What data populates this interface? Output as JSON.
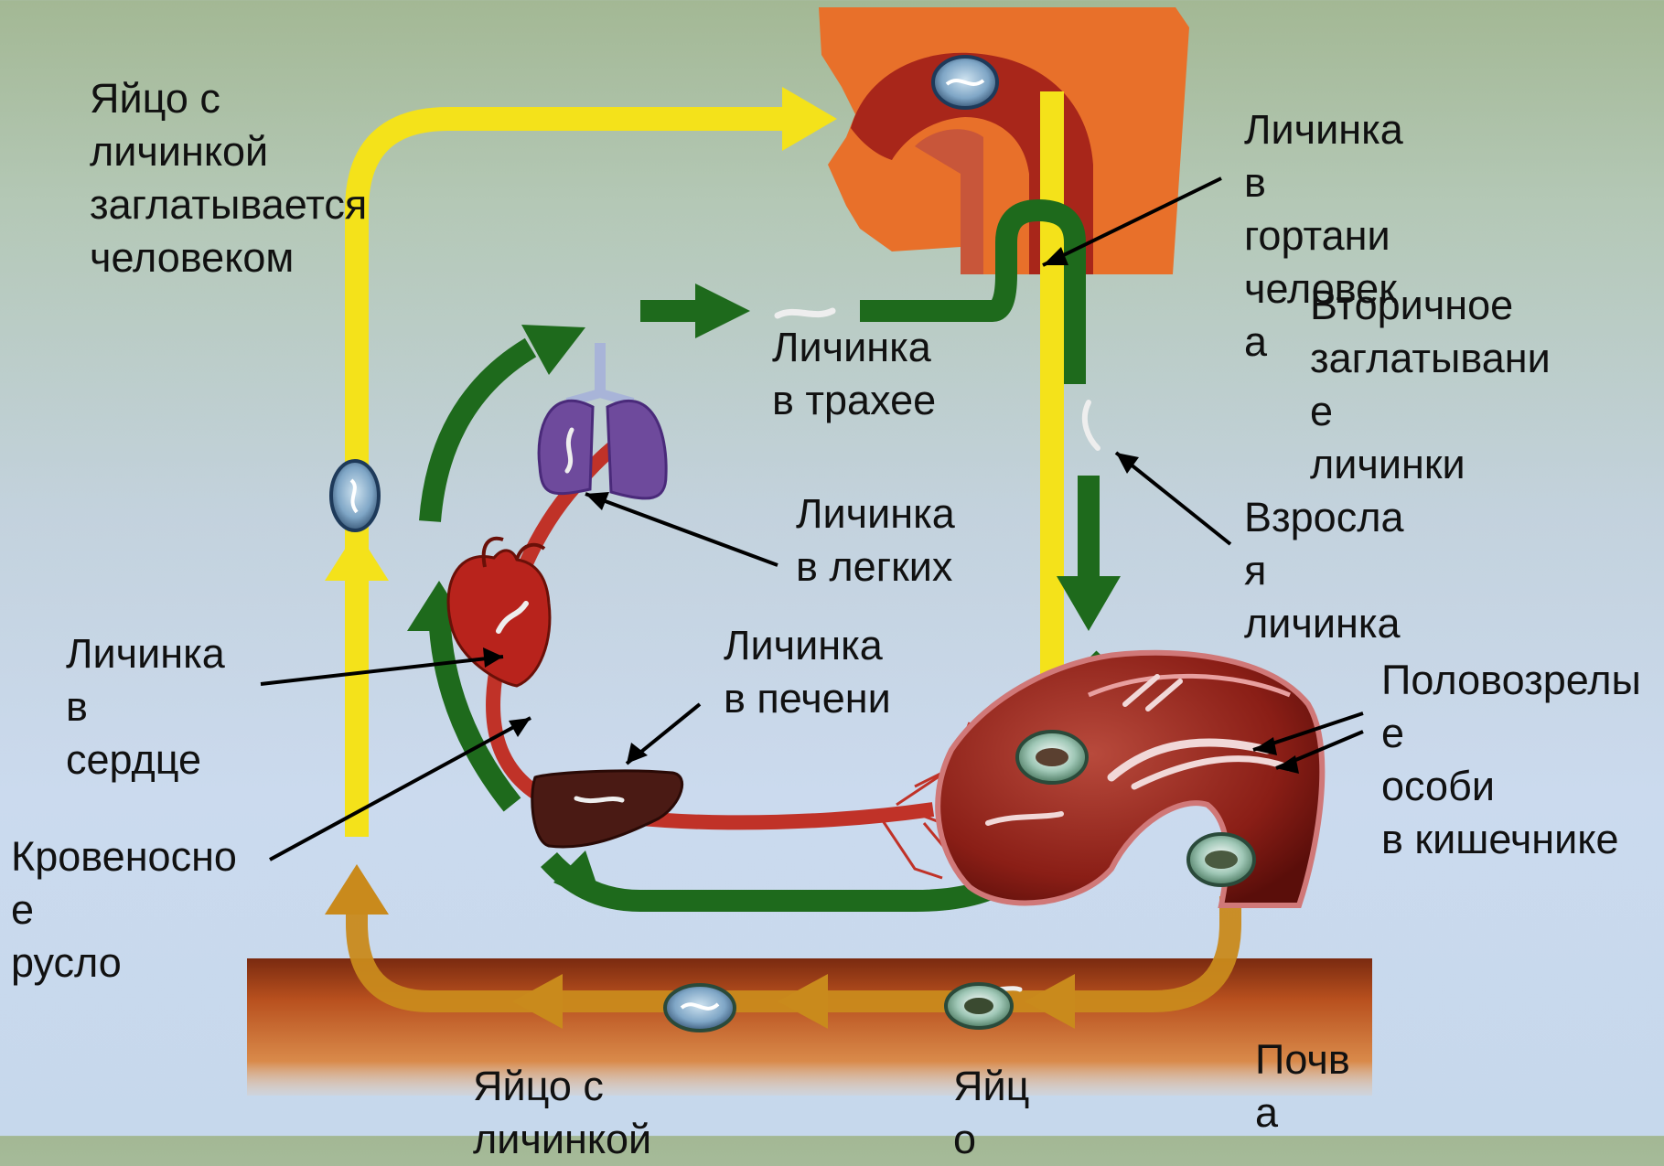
{
  "labels": {
    "egg_swallowed": "Яйцо с\nличинкой\nзаглатывается\nчеловеком",
    "larva_larynx": "Личинка\nв\nгортани\nчеловек\nа",
    "secondary_swallowing": "Вторичное\nзаглатывани\nе\nличинки",
    "larva_trachea": "Личинка\nв трахее",
    "larva_lungs": "Личинка\nв легких",
    "adult_larva": "Взросла\nя\nличинка",
    "larva_heart": "Личинка\nв\nсердце",
    "larva_liver": "Личинка\nв печени",
    "mature_in_intestine": "Половозрелы\nе\nособи\nв кишечнике",
    "bloodstream": "Кровеносно\nе\nрусло",
    "egg_with_larva_bottom": "Яйцо с\nличинкой",
    "egg_bottom": "Яйц\nо",
    "soil": "Почв\nа"
  },
  "colors": {
    "path_swallow": "#f4e21a",
    "path_migration": "#1e6a1c",
    "path_soil": "#c98a1c",
    "blood_vessel": "#c03228",
    "head_background": "#e8702a",
    "soil_band": "#b0481e",
    "organ_lungs": "#6e4a9c",
    "organ_heart": "#b8231c",
    "organ_liver": "#4a1a14",
    "intestine": "#8a1c14",
    "egg": "#6f93b8"
  },
  "icons": [
    "head-icon",
    "lungs-icon",
    "heart-icon",
    "liver-icon",
    "intestine-icon",
    "egg-icon",
    "larva-icon",
    "soil-band"
  ]
}
